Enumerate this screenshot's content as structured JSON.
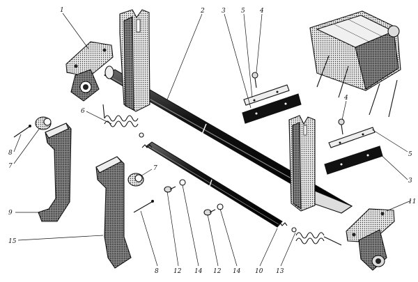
{
  "callouts": {
    "c1": "1",
    "c2": "2",
    "c3a": "3",
    "c5a": "5",
    "c4a": "4",
    "c4b": "4",
    "c5b": "5",
    "c3b": "3",
    "c6": "6",
    "c7a": "7",
    "c8a": "8",
    "c7b": "7",
    "c9": "9",
    "c15": "15",
    "c8b": "8",
    "c12a": "12",
    "c14a": "14",
    "c12b": "12",
    "c14b": "14",
    "c10": "10",
    "c13": "13",
    "c11": "11"
  },
  "colors": {
    "ink": "#111111",
    "metal_dark": "#2a2a2a",
    "metal_light": "#d8d8d8",
    "background": "#ffffff"
  }
}
